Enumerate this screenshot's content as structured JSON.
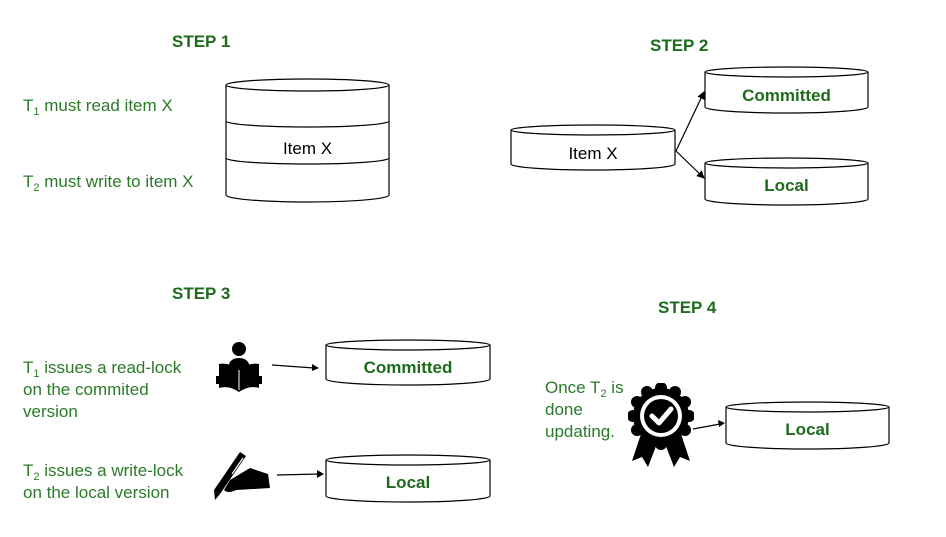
{
  "colors": {
    "accent_green": "#1e6b1e",
    "text_green": "#2a7a2a",
    "stroke": "#000000"
  },
  "step1": {
    "title": "STEP 1",
    "t1_prefix": "T",
    "t1_sub": "1",
    "t1_text": " must read item X",
    "t2_prefix": "T",
    "t2_sub": "2",
    "t2_text": " must write to item X",
    "db_label": "Item X"
  },
  "step2": {
    "title": "STEP 2",
    "source_label": "Item X",
    "committed_label": "Committed",
    "local_label": "Local"
  },
  "step3": {
    "title": "STEP 3",
    "t1_prefix": "T",
    "t1_sub": "1",
    "t1_line1": " issues a read-lock",
    "t1_line2": "on the commited",
    "t1_line3": "version",
    "t2_prefix": "T",
    "t2_sub": "2",
    "t2_line1": " issues a write-lock",
    "t2_line2": "on the local version",
    "read_icon": "reading-person-icon",
    "write_icon": "writing-hand-icon",
    "committed_label": "Committed",
    "local_label": "Local"
  },
  "step4": {
    "title": "STEP 4",
    "line1_prefix": "Once T",
    "line1_sub": "2",
    "line1_suffix": " is",
    "line2": "done",
    "line3": "updating.",
    "badge_icon": "certified-badge-icon",
    "local_label": "Local"
  }
}
